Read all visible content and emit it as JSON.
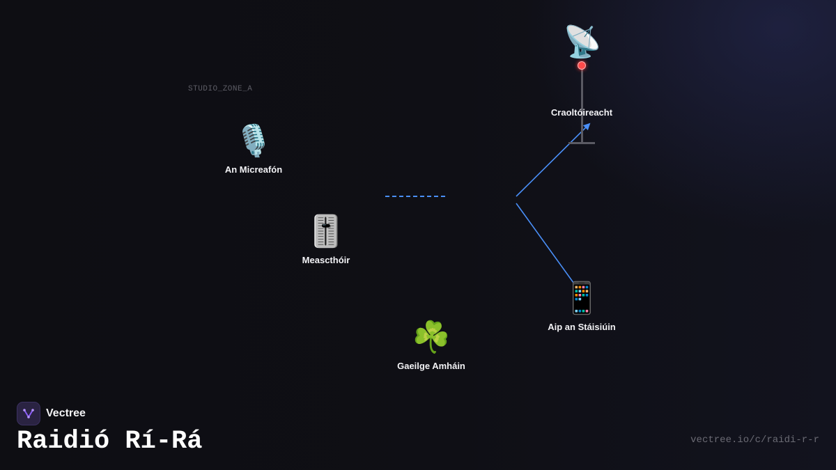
{
  "zone_label": "STUDIO_ZONE_A",
  "nodes": {
    "mic": {
      "label": "An Micreafón",
      "icon": "🎙️",
      "icon_name": "microphone-icon"
    },
    "mixer": {
      "label": "Meascthóir",
      "icon": "🎚️",
      "icon_name": "level-slider-icon"
    },
    "tower": {
      "label": "Craoltóireacht",
      "icon": "📡",
      "icon_name": "satellite-antenna-icon"
    },
    "app": {
      "label": "Aip an Stáisiúin",
      "icon": "📱",
      "icon_name": "mobile-phone-icon"
    },
    "irish": {
      "label": "Gaeilge Amháin",
      "icon": "☘️",
      "icon_name": "shamrock-icon"
    }
  },
  "brand": {
    "name": "Vectree",
    "logo_icon": "vectree-logo-icon",
    "logo_color": "#8a5cf6"
  },
  "title": "Raidió Rí-Rá",
  "url": "vectree.io/c/raidi-r-r",
  "colors": {
    "background": "#0f0f14",
    "link": "#4a8ff7",
    "beacon": "#ff4a4a",
    "label": "#f2f2f5"
  }
}
